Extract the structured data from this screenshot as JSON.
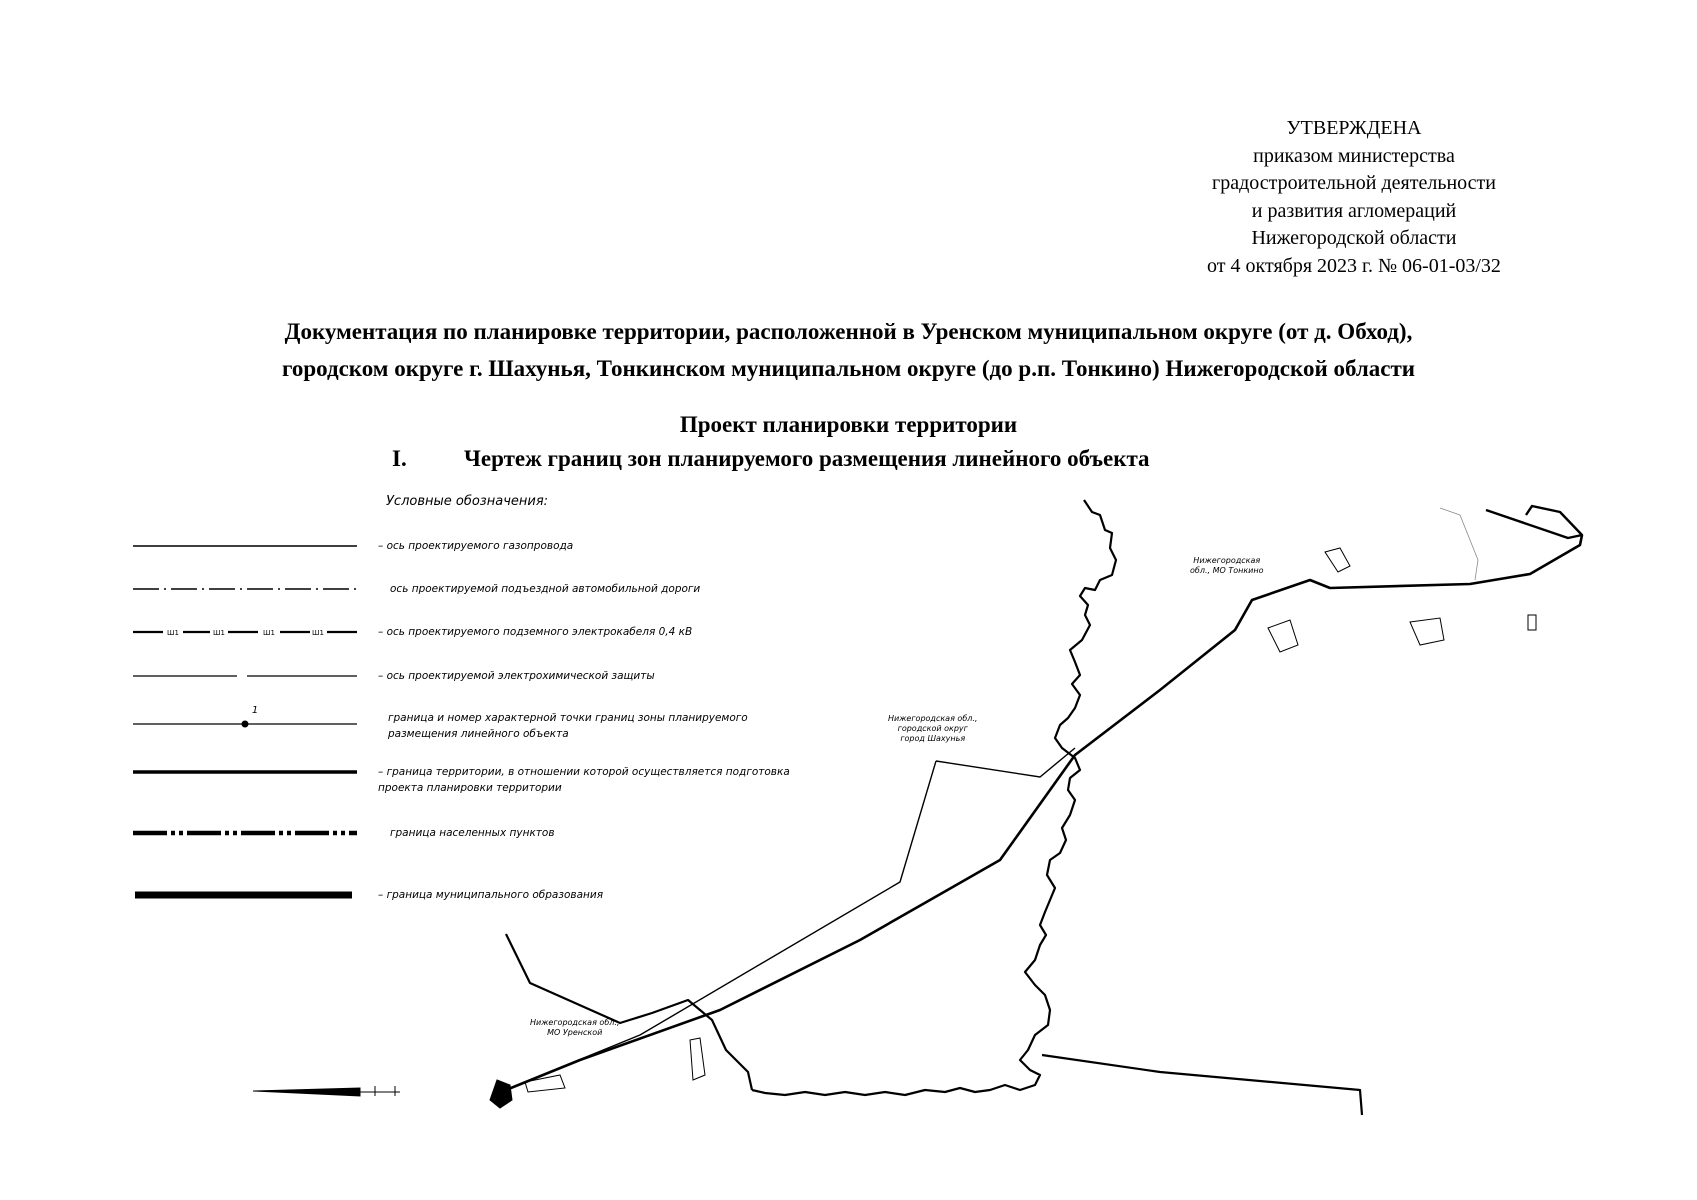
{
  "approval": {
    "lines": [
      "УТВЕРЖДЕНА",
      "приказом министерства",
      "градостроительной деятельности",
      "и развития агломераций",
      "Нижегородской области",
      "от 4 октября 2023 г. № 06-01-03/32"
    ]
  },
  "title": {
    "line1": "Документация по планировке территории, расположенной в Уренском муниципальном округе (от д. Обход),",
    "line2": "городском округе г. Шахунья, Тонкинском муниципальном округе (до р.п. Тонкино) Нижегородской области"
  },
  "subtitle": "Проект планировки территории",
  "section": {
    "number": "I.",
    "text": "Чертеж границ зон планируемого размещения линейного объекта"
  },
  "legend": {
    "title": "Условные обозначения:",
    "items": [
      {
        "symbol": "solid-thin",
        "text": "– ось проектируемого газопровода"
      },
      {
        "symbol": "dash-dot",
        "text": "ось проектируемой подъездной автомобильной дороги"
      },
      {
        "symbol": "cable",
        "text": "– ось проектируемого подземного электрокабеля 0,4 кВ"
      },
      {
        "symbol": "ecp",
        "text": "– ось проектируемой электрохимической защиты"
      },
      {
        "symbol": "point-boundary",
        "point_label": "1",
        "text": "граница и номер характерной точки границ зоны планируемого\nразмещения линейного объекта"
      },
      {
        "symbol": "solid-thick",
        "text": "– граница территории, в отношении которой осуществляется подготовка\nпроекта планировки территории"
      },
      {
        "symbol": "settlement",
        "text": "граница населенных пунктов"
      },
      {
        "symbol": "municipal",
        "text": "– граница муниципального образования"
      }
    ]
  },
  "map_labels": {
    "tonkino": "Нижегородская\nобл., МО Тонкино",
    "shakhunya": "Нижегородская обл.,\nгородской округ\nгород Шахунья",
    "uren": "Нижегородская обл.,\nМО Уренской"
  }
}
